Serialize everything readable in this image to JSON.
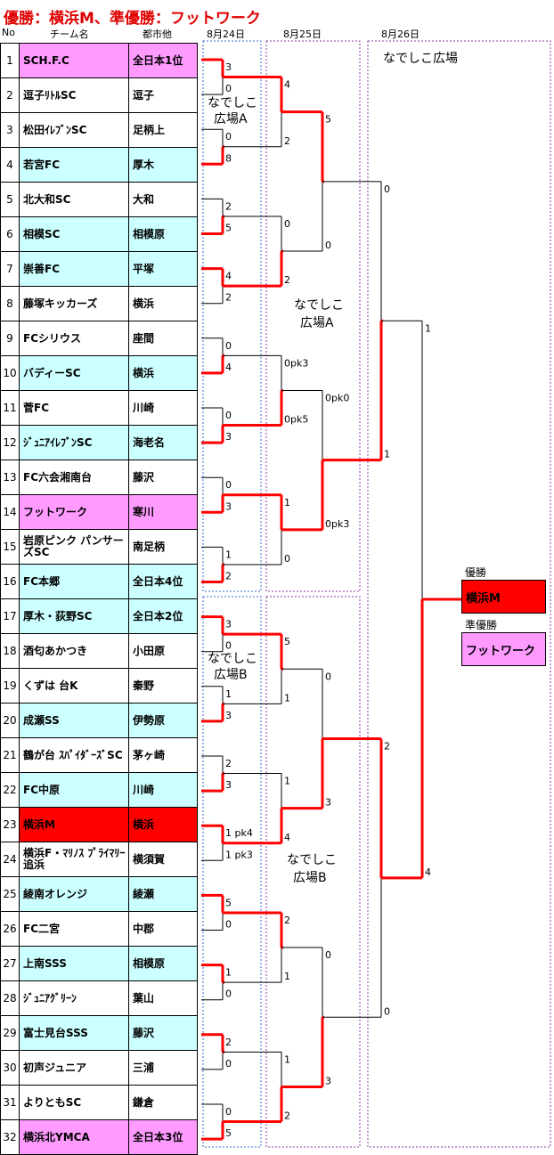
{
  "title": "優勝：横浜M、準優勝：フットワーク",
  "headers": {
    "no": "No",
    "team": "チーム名",
    "city": "都市他",
    "d1": "8月24日",
    "d2": "8月25日",
    "d3": "8月26日"
  },
  "teams": [
    {
      "no": "1",
      "name": "SCH.F.C",
      "city": "全日本1位",
      "color": "pink"
    },
    {
      "no": "2",
      "name": "逗子ﾘﾄﾙSC",
      "city": "逗子",
      "color": "white"
    },
    {
      "no": "3",
      "name": "松田ｲﾚﾌﾞﾝSC",
      "city": "足柄上",
      "color": "white"
    },
    {
      "no": "4",
      "name": "若宮FC",
      "city": "厚木",
      "color": "cyan"
    },
    {
      "no": "5",
      "name": "北大和SC",
      "city": "大和",
      "color": "white"
    },
    {
      "no": "6",
      "name": "相模SC",
      "city": "相模原",
      "color": "cyan"
    },
    {
      "no": "7",
      "name": "崇善FC",
      "city": "平塚",
      "color": "cyan"
    },
    {
      "no": "8",
      "name": "藤塚キッカーズ",
      "city": "横浜",
      "color": "white"
    },
    {
      "no": "9",
      "name": "FCシリウス",
      "city": "座間",
      "color": "white"
    },
    {
      "no": "10",
      "name": "バディーSC",
      "city": "横浜",
      "color": "cyan"
    },
    {
      "no": "11",
      "name": "菅FC",
      "city": "川崎",
      "color": "white"
    },
    {
      "no": "12",
      "name": "ｼﾞｭﾆｱｲﾚﾌﾞﾝSC",
      "city": "海老名",
      "color": "cyan"
    },
    {
      "no": "13",
      "name": "FC六会湘南台",
      "city": "藤沢",
      "color": "white"
    },
    {
      "no": "14",
      "name": "フットワーク",
      "city": "寒川",
      "color": "pink"
    },
    {
      "no": "15",
      "name": "岩原ピンク パンサーズSC",
      "city": "南足柄",
      "color": "white"
    },
    {
      "no": "16",
      "name": "FC本郷",
      "city": "全日本4位",
      "color": "cyan"
    },
    {
      "no": "17",
      "name": "厚木・荻野SC",
      "city": "全日本2位",
      "color": "cyan"
    },
    {
      "no": "18",
      "name": "酒匂あかつき",
      "city": "小田原",
      "color": "white"
    },
    {
      "no": "19",
      "name": "くずは 台K",
      "city": "秦野",
      "color": "white"
    },
    {
      "no": "20",
      "name": "成瀬SS",
      "city": "伊勢原",
      "color": "cyan"
    },
    {
      "no": "21",
      "name": "鶴が台 ｽﾊﾟｲﾀﾞｰｽﾞSC",
      "city": "茅ヶ崎",
      "color": "white"
    },
    {
      "no": "22",
      "name": "FC中原",
      "city": "川崎",
      "color": "cyan"
    },
    {
      "no": "23",
      "name": "横浜M",
      "city": "横浜",
      "color": "red"
    },
    {
      "no": "24",
      "name": "横浜F・ﾏﾘﾉｽ ﾌﾟﾗｲﾏﾘｰ追浜",
      "city": "横須賀",
      "color": "white"
    },
    {
      "no": "25",
      "name": "綾南オレンジ",
      "city": "綾瀬",
      "color": "cyan"
    },
    {
      "no": "26",
      "name": "FC二宮",
      "city": "中郡",
      "color": "white"
    },
    {
      "no": "27",
      "name": "上南SSS",
      "city": "相模原",
      "color": "cyan"
    },
    {
      "no": "28",
      "name": "ｼﾞｭﾆｱｸﾞﾘｰﾝ",
      "city": "葉山",
      "color": "white"
    },
    {
      "no": "29",
      "name": "富士見台SSS",
      "city": "藤沢",
      "color": "cyan"
    },
    {
      "no": "30",
      "name": "初声ジュニア",
      "city": "三浦",
      "color": "white"
    },
    {
      "no": "31",
      "name": "よりともSC",
      "city": "鎌倉",
      "color": "white"
    },
    {
      "no": "32",
      "name": "横浜北YMCA",
      "city": "全日本3位",
      "color": "pink"
    }
  ],
  "venues": {
    "r1_top": [
      "なでしこ",
      "広場A"
    ],
    "r1_bottom": [
      "なでしこ",
      "広場B"
    ],
    "r23_top": [
      "なでしこ",
      "広場A"
    ],
    "r23_bottom": [
      "なでしこ",
      "広場B"
    ],
    "r45": "なでしこ広場"
  },
  "scores": {
    "r1": [
      [
        "3",
        "0"
      ],
      [
        "0",
        "8"
      ],
      [
        "2",
        "5"
      ],
      [
        "4",
        "2"
      ],
      [
        "0",
        "4"
      ],
      [
        "0",
        "3"
      ],
      [
        "0",
        "3"
      ],
      [
        "1",
        "2"
      ],
      [
        "3",
        "0"
      ],
      [
        "1",
        "3"
      ],
      [
        "2",
        "3"
      ],
      [
        "1 pk4",
        "1 pk3"
      ],
      [
        "5",
        "0"
      ],
      [
        "1",
        "0"
      ],
      [
        "2",
        "0"
      ],
      [
        "0",
        "5"
      ]
    ],
    "r2": [
      [
        "4",
        "2"
      ],
      [
        "0",
        "2"
      ],
      [
        "0pk3",
        "0pk5"
      ],
      [
        "1",
        "0"
      ],
      [
        "5",
        "1"
      ],
      [
        "1",
        "4"
      ],
      [
        "2",
        "1"
      ],
      [
        "1",
        "2"
      ]
    ],
    "r3": [
      [
        "5",
        "0"
      ],
      [
        "0pk0",
        "0pk3"
      ],
      [
        "0",
        "3"
      ],
      [
        "0",
        "3"
      ]
    ],
    "r4": [
      [
        "0",
        "1"
      ],
      [
        "2",
        "0"
      ]
    ],
    "final": [
      "1",
      "4"
    ]
  },
  "result": {
    "winner_label": "優勝",
    "winner": "横浜M",
    "runnerup_label": "準優勝",
    "runnerup": "フットワーク"
  },
  "colors": {
    "line": "#ff0000",
    "pink": "#ff9aff",
    "cyan": "#ccffff",
    "red": "#ff0000"
  }
}
